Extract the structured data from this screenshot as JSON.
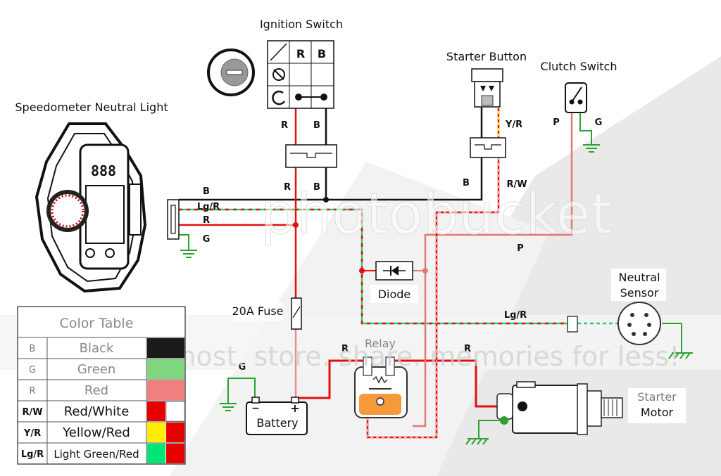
{
  "labels": {
    "ignition_switch": "Ignition Switch",
    "starter_button": "Starter Button",
    "clutch_switch": "Clutch Switch",
    "speedometer": "Speedometer Neutral Light",
    "fuse": "20A Fuse",
    "diode": "Diode",
    "relay": "Relay",
    "battery": "Battery",
    "neutral_sensor_1": "Neutral",
    "neutral_sensor_2": "Sensor",
    "starter_motor_1": "Starter",
    "starter_motor_2": "Motor"
  },
  "ignition_table": {
    "col_r": "R",
    "col_b": "B"
  },
  "wire_labels": {
    "ign_r1": "R",
    "ign_b1": "B",
    "ign_r2": "R",
    "ign_b2": "B",
    "starter_yr": "Y/R",
    "starter_b": "B",
    "starter_rw": "R/W",
    "clutch_p": "P",
    "clutch_g": "G",
    "mid_p": "P",
    "speedo_b": "B",
    "speedo_lgr": "Lg/R",
    "speedo_r": "R",
    "speedo_g": "G",
    "sensor_lgr": "Lg/R",
    "relay_r_left": "R",
    "relay_r_right": "R",
    "battery_g": "G"
  },
  "battery_terminals": {
    "neg": "−",
    "pos": "+"
  },
  "speedo_display": "888",
  "color_table": {
    "title": "Color Table",
    "rows": [
      {
        "code": "B",
        "name": "Black",
        "colors": [
          "#1a1a1a"
        ]
      },
      {
        "code": "G",
        "name": "Green",
        "colors": [
          "#7fd67f"
        ]
      },
      {
        "code": "R",
        "name": "Red",
        "colors": [
          "#f08080"
        ]
      },
      {
        "code": "R/W",
        "name": "Red/White",
        "colors": [
          "#e60000",
          "#ffffff"
        ]
      },
      {
        "code": "Y/R",
        "name": "Yellow/Red",
        "colors": [
          "#ffee00",
          "#e60000"
        ]
      },
      {
        "code": "Lg/R",
        "name": "Light Green/Red",
        "colors": [
          "#00e676",
          "#e60000"
        ]
      }
    ]
  },
  "watermark": {
    "brand": "photobucket",
    "banner": "host. store. share. memories for less!"
  },
  "colors": {
    "red_wire": "#e01010",
    "black_wire": "#111111",
    "green_wire": "#2ea02e",
    "pink_wire": "#e07a70",
    "light_green_wire": "#2ecc71"
  }
}
